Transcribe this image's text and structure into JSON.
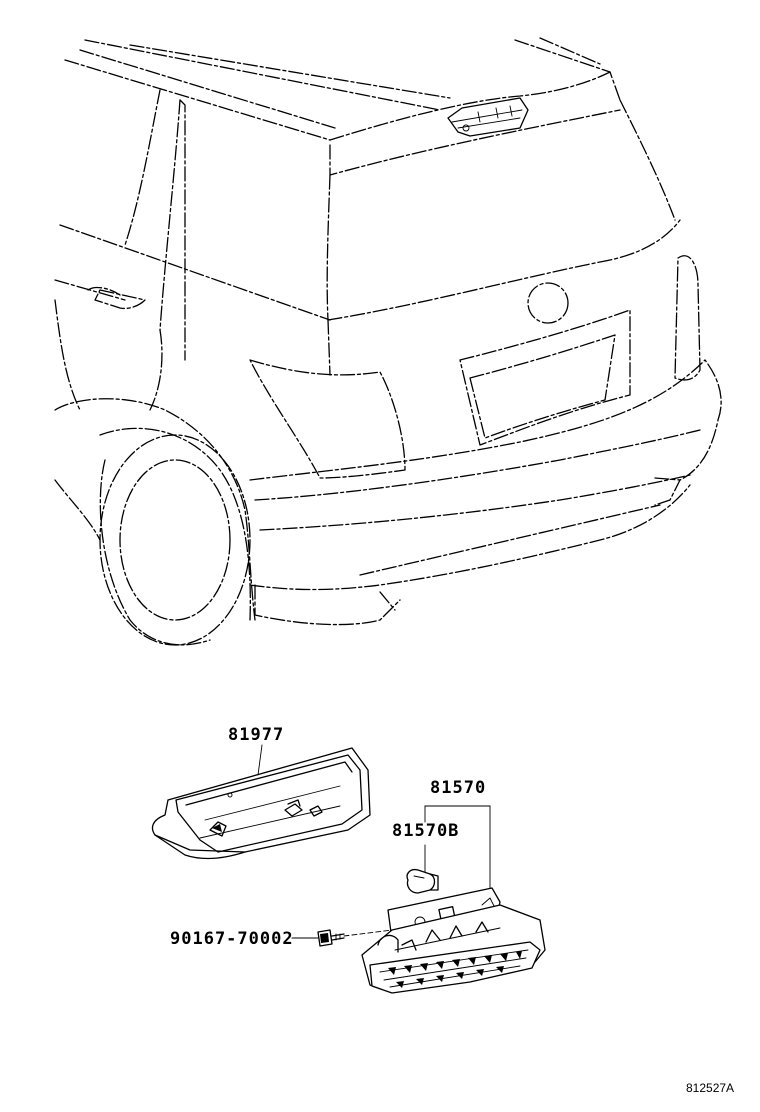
{
  "parts": {
    "housing_cover": "81977",
    "stop_lamp_assy": "81570",
    "bulb": "81570B",
    "screw": "90167-70002"
  },
  "illustration_ref": "812527A"
}
